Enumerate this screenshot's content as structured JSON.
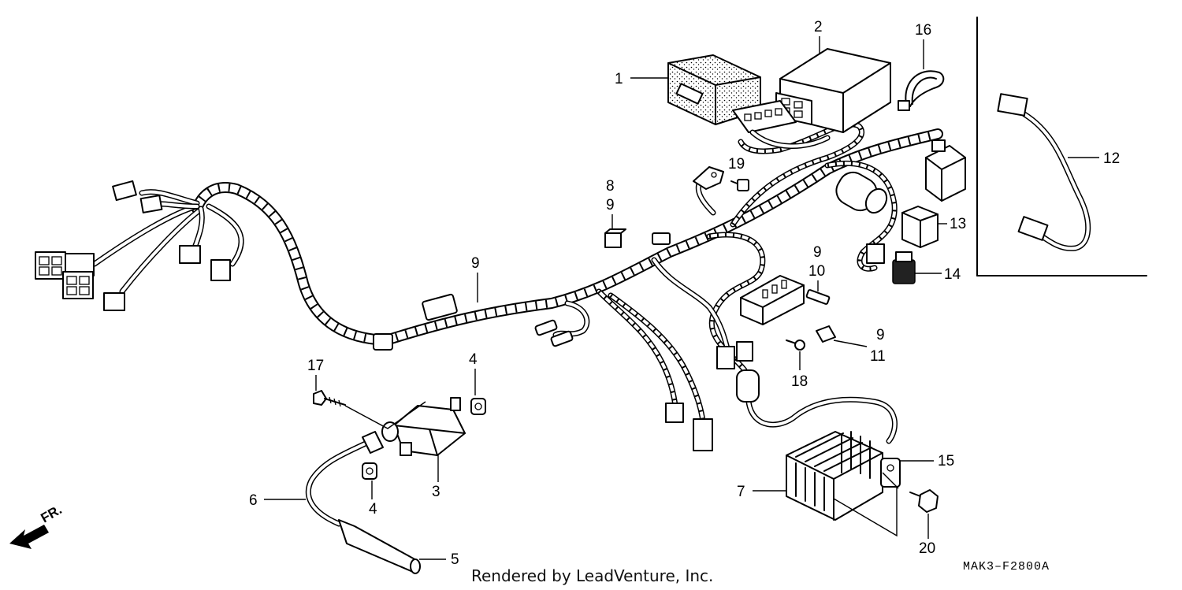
{
  "callouts": {
    "c1": "1",
    "c2": "2",
    "c3": "3",
    "c4a": "4",
    "c4b": "4",
    "c5": "5",
    "c6": "6",
    "c7": "7",
    "c8": "8",
    "c9a": "9",
    "c9b": "9",
    "c9c": "9",
    "c9d": "9",
    "c10": "10",
    "c11": "11",
    "c12": "12",
    "c13": "13",
    "c14": "14",
    "c15": "15",
    "c16": "16",
    "c17": "17",
    "c18": "18",
    "c19": "19",
    "c20": "20"
  },
  "front_indicator": "FR.",
  "footer_credit": "Rendered by LeadVenture, Inc.",
  "diagram_code": "MAK3–F2800A"
}
